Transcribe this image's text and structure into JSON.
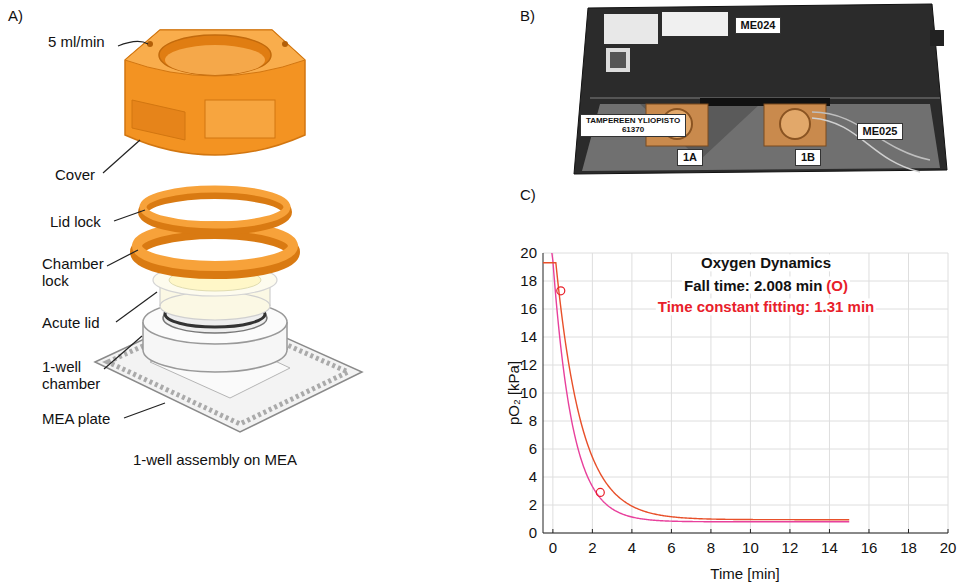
{
  "diagram": {
    "nodes": [
      {
        "text": [
          "ME024"
        ]
      },
      {
        "text": [
          "TAMPEREEN YLIOPISTO",
          "61370"
        ]
      },
      {
        "text": [
          "ME025"
        ]
      },
      {
        "text": [
          "1A"
        ]
      },
      {
        "text": [
          "1B"
        ]
      }
    ],
    "labels": [
      "A)",
      "5 ml/min",
      "Cover",
      "Lid lock",
      "Chamber lock",
      "Acute lid",
      "1-well chamber",
      "MEA plate",
      "1-well assembly on MEA",
      "B)",
      "C)",
      "Oxygen Dynamics",
      "Fall time: 2.008 min",
      "(O)",
      "Time constant fitting: 1.31 min",
      "pO₂ [kPa]",
      "Time [min]",
      "0",
      "2",
      "4",
      "6",
      "8",
      "10",
      "12",
      "14",
      "16",
      "18",
      "20",
      "0",
      "2",
      "4",
      "6",
      "8",
      "10",
      "12",
      "14",
      "16",
      "18",
      "20"
    ]
  }
}
